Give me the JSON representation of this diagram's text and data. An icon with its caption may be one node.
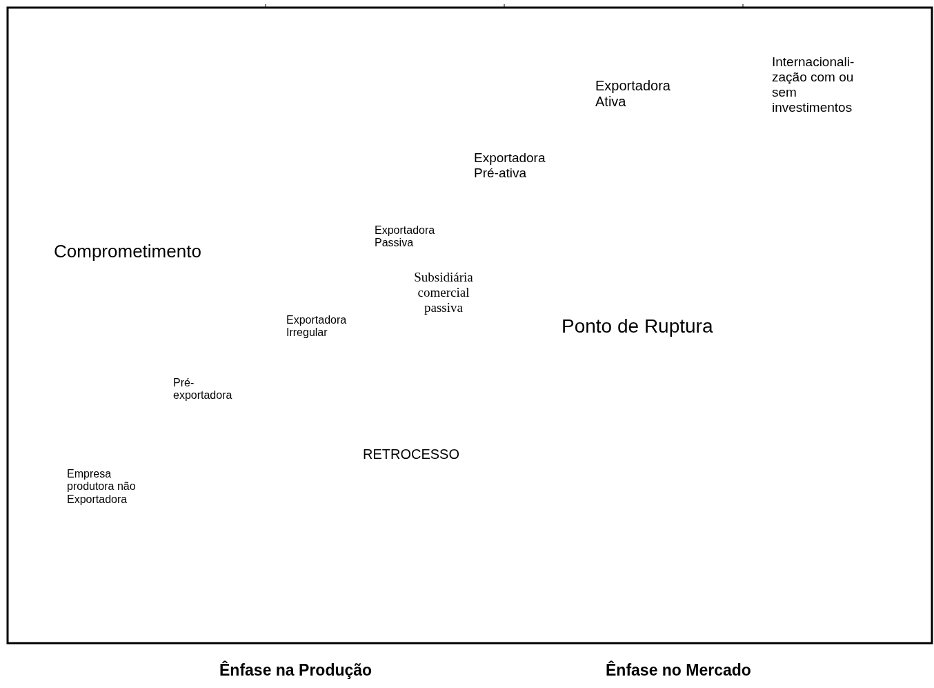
{
  "diagram": {
    "labels": [
      "Internacionali- zação com ou sem investimentos",
      "Exportadora Ativa",
      "Exportadora Pré-ativa",
      "Exportadora Passiva",
      "Comprometimento",
      "Subsidiária comercial passiva",
      "Ponto de Ruptura",
      "Exportadora Irregular",
      "Pré- exportadora",
      "RETROCESSO",
      "Empresa produtora não Exportadora",
      "Ênfase na Produção",
      "Ênfase no Mercado"
    ]
  }
}
